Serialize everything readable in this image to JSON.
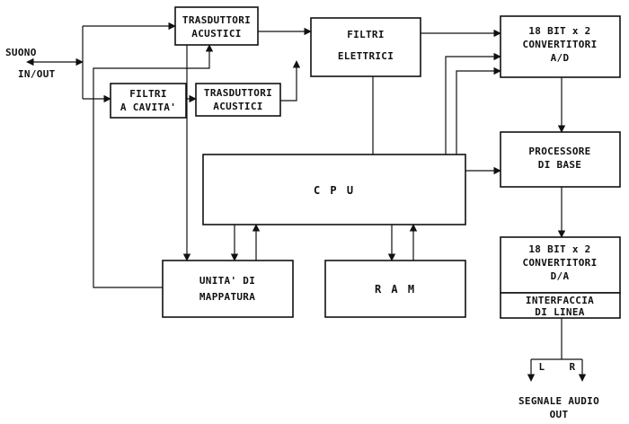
{
  "blocks": {
    "trasduttori_top": {
      "line1": "TRASDUTTORI",
      "line2": "ACUSTICI"
    },
    "filtri_cavita": {
      "line1": "FILTRI",
      "line2": "A CAVITA'"
    },
    "trasduttori_bottom": {
      "line1": "TRASDUTTORI",
      "line2": "ACUSTICI"
    },
    "filtri_elettrici": {
      "line1": "FILTRI",
      "line2": "ELETTRICI"
    },
    "convertitori_ad": {
      "line1": "18 BIT x 2",
      "line2": "CONVERTITORI",
      "line3": "A/D"
    },
    "processore": {
      "line1": "PROCESSORE",
      "line2": "DI BASE"
    },
    "cpu": {
      "label": "C P U"
    },
    "unita_mappatura": {
      "line1": "UNITA' DI",
      "line2": "MAPPATURA"
    },
    "ram": {
      "label": "R A M"
    },
    "convertitori_da": {
      "line1": "18 BIT x 2",
      "line2": "CONVERTITORI",
      "line3": "D/A"
    },
    "interfaccia": {
      "line1": "INTERFACCIA",
      "line2": "DI LINEA"
    }
  },
  "io": {
    "input_line1": "SUONO",
    "input_line2": "IN/OUT",
    "output_line1": "SEGNALE AUDIO",
    "output_line2": "OUT",
    "left_channel": "L",
    "right_channel": "R"
  }
}
